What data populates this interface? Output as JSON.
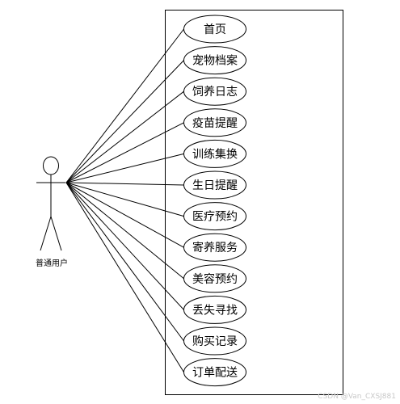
{
  "actor": {
    "label": "普通用户"
  },
  "use_cases": [
    {
      "label": "首页"
    },
    {
      "label": "宠物档案"
    },
    {
      "label": "饲养日志"
    },
    {
      "label": "疫苗提醒"
    },
    {
      "label": "训练集换"
    },
    {
      "label": "生日提醒"
    },
    {
      "label": "医疗预约"
    },
    {
      "label": "寄养服务"
    },
    {
      "label": "美容预约"
    },
    {
      "label": "丢失寻找"
    },
    {
      "label": "购买记录"
    },
    {
      "label": "订单配送"
    }
  ],
  "watermark": "CSDN @Van_CXSJ881",
  "colors": {
    "stroke": "#000000",
    "fill": "#ffffff",
    "watermark": "#c8c8c8"
  }
}
